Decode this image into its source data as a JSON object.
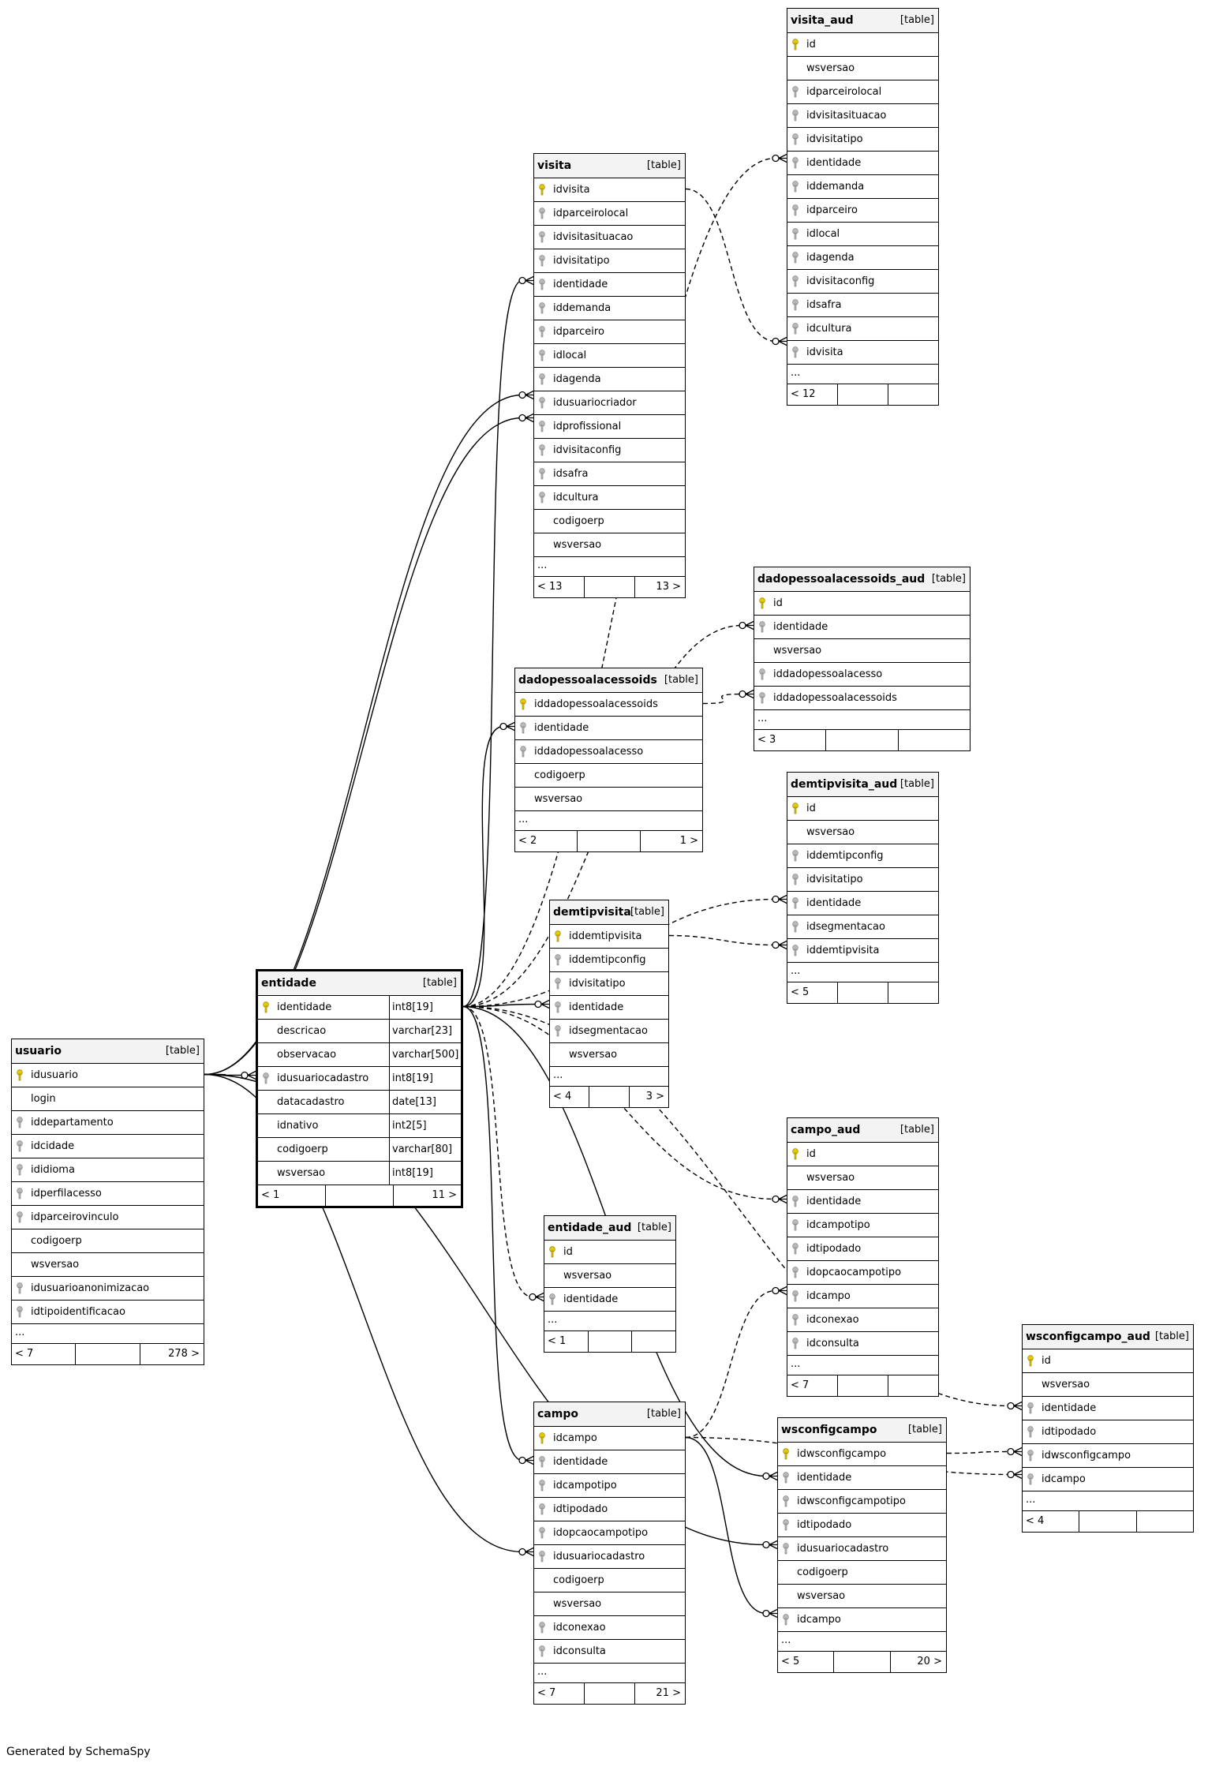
{
  "footer": "Generated by SchemaSpy",
  "tables": [
    {
      "id": "visita_aud",
      "name": "visita_aud",
      "type": "[table]",
      "fields": [
        {
          "name": "id",
          "key": "pk"
        },
        {
          "name": "wsversao",
          "key": ""
        },
        {
          "name": "idparceirolocal",
          "key": "fk"
        },
        {
          "name": "idvisitasituacao",
          "key": "fk"
        },
        {
          "name": "idvisitatipo",
          "key": "fk"
        },
        {
          "name": "identidade",
          "key": "fk"
        },
        {
          "name": "iddemanda",
          "key": "fk"
        },
        {
          "name": "idparceiro",
          "key": "fk"
        },
        {
          "name": "idlocal",
          "key": "fk"
        },
        {
          "name": "idagenda",
          "key": "fk"
        },
        {
          "name": "idvisitaconfig",
          "key": "fk"
        },
        {
          "name": "idsafra",
          "key": "fk"
        },
        {
          "name": "idcultura",
          "key": "fk"
        },
        {
          "name": "idvisita",
          "key": "fk"
        }
      ],
      "more": "...",
      "footer_left": "< 12",
      "footer_right": ""
    },
    {
      "id": "visita",
      "name": "visita",
      "type": "[table]",
      "fields": [
        {
          "name": "idvisita",
          "key": "pk"
        },
        {
          "name": "idparceirolocal",
          "key": "fk"
        },
        {
          "name": "idvisitasituacao",
          "key": "fk"
        },
        {
          "name": "idvisitatipo",
          "key": "fk"
        },
        {
          "name": "identidade",
          "key": "fk"
        },
        {
          "name": "iddemanda",
          "key": "fk"
        },
        {
          "name": "idparceiro",
          "key": "fk"
        },
        {
          "name": "idlocal",
          "key": "fk"
        },
        {
          "name": "idagenda",
          "key": "fk"
        },
        {
          "name": "idusuariocriador",
          "key": "fk"
        },
        {
          "name": "idprofissional",
          "key": "fk"
        },
        {
          "name": "idvisitaconfig",
          "key": "fk"
        },
        {
          "name": "idsafra",
          "key": "fk"
        },
        {
          "name": "idcultura",
          "key": "fk"
        },
        {
          "name": "codigoerp",
          "key": ""
        },
        {
          "name": "wsversao",
          "key": ""
        }
      ],
      "more": "...",
      "footer_left": "< 13",
      "footer_right": "13 >"
    },
    {
      "id": "dadopessoalacessoids_aud",
      "name": "dadopessoalacessoids_aud",
      "type": "[table]",
      "fields": [
        {
          "name": "id",
          "key": "pk"
        },
        {
          "name": "identidade",
          "key": "fk"
        },
        {
          "name": "wsversao",
          "key": ""
        },
        {
          "name": "iddadopessoalacesso",
          "key": "fk"
        },
        {
          "name": "iddadopessoalacessoids",
          "key": "fk"
        }
      ],
      "more": "...",
      "footer_left": "< 3",
      "footer_right": ""
    },
    {
      "id": "dadopessoalacessoids",
      "name": "dadopessoalacessoids",
      "type": "[table]",
      "fields": [
        {
          "name": "iddadopessoalacessoids",
          "key": "pk"
        },
        {
          "name": "identidade",
          "key": "fk"
        },
        {
          "name": "iddadopessoalacesso",
          "key": "fk"
        },
        {
          "name": "codigoerp",
          "key": ""
        },
        {
          "name": "wsversao",
          "key": ""
        }
      ],
      "more": "...",
      "footer_left": "< 2",
      "footer_right": "1 >"
    },
    {
      "id": "demtipvisita_aud",
      "name": "demtipvisita_aud",
      "type": "[table]",
      "fields": [
        {
          "name": "id",
          "key": "pk"
        },
        {
          "name": "wsversao",
          "key": ""
        },
        {
          "name": "iddemtipconfig",
          "key": "fk"
        },
        {
          "name": "idvisitatipo",
          "key": "fk"
        },
        {
          "name": "identidade",
          "key": "fk"
        },
        {
          "name": "idsegmentacao",
          "key": "fk"
        },
        {
          "name": "iddemtipvisita",
          "key": "fk"
        }
      ],
      "more": "...",
      "footer_left": "< 5",
      "footer_right": ""
    },
    {
      "id": "demtipvisita",
      "name": "demtipvisita",
      "type": "[table]",
      "fields": [
        {
          "name": "iddemtipvisita",
          "key": "pk"
        },
        {
          "name": "iddemtipconfig",
          "key": "fk"
        },
        {
          "name": "idvisitatipo",
          "key": "fk"
        },
        {
          "name": "identidade",
          "key": "fk"
        },
        {
          "name": "idsegmentacao",
          "key": "fk"
        },
        {
          "name": "wsversao",
          "key": ""
        }
      ],
      "more": "...",
      "footer_left": "< 4",
      "footer_right": "3 >"
    },
    {
      "id": "entidade",
      "name": "entidade",
      "type": "[table]",
      "fields": [
        {
          "name": "identidade",
          "key": "pk",
          "dtype": "int8[19]"
        },
        {
          "name": "descricao",
          "key": "",
          "dtype": "varchar[23]"
        },
        {
          "name": "observacao",
          "key": "",
          "dtype": "varchar[500]"
        },
        {
          "name": "idusuariocadastro",
          "key": "fk",
          "dtype": "int8[19]"
        },
        {
          "name": "datacadastro",
          "key": "",
          "dtype": "date[13]"
        },
        {
          "name": "idnativo",
          "key": "",
          "dtype": "int2[5]"
        },
        {
          "name": "codigoerp",
          "key": "",
          "dtype": "varchar[80]"
        },
        {
          "name": "wsversao",
          "key": "",
          "dtype": "int8[19]"
        }
      ],
      "more": "",
      "footer_left": "< 1",
      "footer_right": "11 >"
    },
    {
      "id": "usuario",
      "name": "usuario",
      "type": "[table]",
      "fields": [
        {
          "name": "idusuario",
          "key": "pk"
        },
        {
          "name": "login",
          "key": ""
        },
        {
          "name": "iddepartamento",
          "key": "fk"
        },
        {
          "name": "idcidade",
          "key": "fk"
        },
        {
          "name": "ididioma",
          "key": "fk"
        },
        {
          "name": "idperfilacesso",
          "key": "fk"
        },
        {
          "name": "idparceirovinculo",
          "key": "fk"
        },
        {
          "name": "codigoerp",
          "key": ""
        },
        {
          "name": "wsversao",
          "key": ""
        },
        {
          "name": "idusuarioanonimizacao",
          "key": "fk"
        },
        {
          "name": "idtipoidentificacao",
          "key": "fk"
        }
      ],
      "more": "...",
      "footer_left": "< 7",
      "footer_right": "278 >"
    },
    {
      "id": "campo_aud",
      "name": "campo_aud",
      "type": "[table]",
      "fields": [
        {
          "name": "id",
          "key": "pk"
        },
        {
          "name": "wsversao",
          "key": ""
        },
        {
          "name": "identidade",
          "key": "fk"
        },
        {
          "name": "idcampotipo",
          "key": "fk"
        },
        {
          "name": "idtipodado",
          "key": "fk"
        },
        {
          "name": "idopcaocampotipo",
          "key": "fk"
        },
        {
          "name": "idcampo",
          "key": "fk"
        },
        {
          "name": "idconexao",
          "key": "fk"
        },
        {
          "name": "idconsulta",
          "key": "fk"
        }
      ],
      "more": "...",
      "footer_left": "< 7",
      "footer_right": ""
    },
    {
      "id": "entidade_aud",
      "name": "entidade_aud",
      "type": "[table]",
      "fields": [
        {
          "name": "id",
          "key": "pk"
        },
        {
          "name": "wsversao",
          "key": ""
        },
        {
          "name": "identidade",
          "key": "fk"
        }
      ],
      "more": "...",
      "footer_left": "< 1",
      "footer_right": ""
    },
    {
      "id": "wsconfigcampo_aud",
      "name": "wsconfigcampo_aud",
      "type": "[table]",
      "fields": [
        {
          "name": "id",
          "key": "pk"
        },
        {
          "name": "wsversao",
          "key": ""
        },
        {
          "name": "identidade",
          "key": "fk"
        },
        {
          "name": "idtipodado",
          "key": "fk"
        },
        {
          "name": "idwsconfigcampo",
          "key": "fk"
        },
        {
          "name": "idcampo",
          "key": "fk"
        }
      ],
      "more": "...",
      "footer_left": "< 4",
      "footer_right": ""
    },
    {
      "id": "campo",
      "name": "campo",
      "type": "[table]",
      "fields": [
        {
          "name": "idcampo",
          "key": "pk"
        },
        {
          "name": "identidade",
          "key": "fk"
        },
        {
          "name": "idcampotipo",
          "key": "fk"
        },
        {
          "name": "idtipodado",
          "key": "fk"
        },
        {
          "name": "idopcaocampotipo",
          "key": "fk"
        },
        {
          "name": "idusuariocadastro",
          "key": "fk"
        },
        {
          "name": "codigoerp",
          "key": ""
        },
        {
          "name": "wsversao",
          "key": ""
        },
        {
          "name": "idconexao",
          "key": "fk"
        },
        {
          "name": "idconsulta",
          "key": "fk"
        }
      ],
      "more": "...",
      "footer_left": "< 7",
      "footer_right": "21 >"
    },
    {
      "id": "wsconfigcampo",
      "name": "wsconfigcampo",
      "type": "[table]",
      "fields": [
        {
          "name": "idwsconfigcampo",
          "key": "pk"
        },
        {
          "name": "identidade",
          "key": "fk"
        },
        {
          "name": "idwsconfigcampotipo",
          "key": "fk"
        },
        {
          "name": "idtipodado",
          "key": "fk"
        },
        {
          "name": "idusuariocadastro",
          "key": "fk"
        },
        {
          "name": "codigoerp",
          "key": ""
        },
        {
          "name": "wsversao",
          "key": ""
        },
        {
          "name": "idcampo",
          "key": "fk"
        }
      ],
      "more": "...",
      "footer_left": "< 5",
      "footer_right": "20 >"
    }
  ],
  "relationships": [
    {
      "from": "entidade.identidade",
      "to": "visita.identidade",
      "style": "solid"
    },
    {
      "from": "entidade.identidade",
      "to": "dadopessoalacessoids.identidade",
      "style": "solid"
    },
    {
      "from": "entidade.identidade",
      "to": "demtipvisita.identidade",
      "style": "solid"
    },
    {
      "from": "entidade.identidade",
      "to": "campo.identidade",
      "style": "solid"
    },
    {
      "from": "entidade.identidade",
      "to": "wsconfigcampo.identidade",
      "style": "solid"
    },
    {
      "from": "entidade.identidade",
      "to": "visita_aud.identidade",
      "style": "dashed"
    },
    {
      "from": "entidade.identidade",
      "to": "dadopessoalacessoids_aud.identidade",
      "style": "dashed"
    },
    {
      "from": "entidade.identidade",
      "to": "demtipvisita_aud.identidade",
      "style": "dashed"
    },
    {
      "from": "entidade.identidade",
      "to": "campo_aud.identidade",
      "style": "dashed"
    },
    {
      "from": "entidade.identidade",
      "to": "entidade_aud.identidade",
      "style": "dashed"
    },
    {
      "from": "entidade.identidade",
      "to": "wsconfigcampo_aud.identidade",
      "style": "dashed"
    },
    {
      "from": "usuario.idusuario",
      "to": "entidade.idusuariocadastro",
      "style": "solid"
    },
    {
      "from": "usuario.idusuario",
      "to": "visita.idusuariocriador",
      "style": "solid"
    },
    {
      "from": "usuario.idusuario",
      "to": "visita.idprofissional",
      "style": "solid"
    },
    {
      "from": "usuario.idusuario",
      "to": "campo.idusuariocadastro",
      "style": "solid"
    },
    {
      "from": "usuario.idusuario",
      "to": "wsconfigcampo.idusuariocadastro",
      "style": "solid"
    },
    {
      "from": "visita.idvisita",
      "to": "visita_aud.idvisita",
      "style": "dashed"
    },
    {
      "from": "dadopessoalacessoids.iddadopessoalacessoids",
      "to": "dadopessoalacessoids_aud.iddadopessoalacessoids",
      "style": "dashed"
    },
    {
      "from": "demtipvisita.iddemtipvisita",
      "to": "demtipvisita_aud.iddemtipvisita",
      "style": "dashed"
    },
    {
      "from": "campo.idcampo",
      "to": "campo_aud.idcampo",
      "style": "dashed"
    },
    {
      "from": "campo.idcampo",
      "to": "wsconfigcampo.idcampo",
      "style": "solid"
    },
    {
      "from": "campo.idcampo",
      "to": "wsconfigcampo_aud.idcampo",
      "style": "dashed"
    },
    {
      "from": "wsconfigcampo.idwsconfigcampo",
      "to": "wsconfigcampo_aud.idwsconfigcampo",
      "style": "dashed"
    }
  ]
}
